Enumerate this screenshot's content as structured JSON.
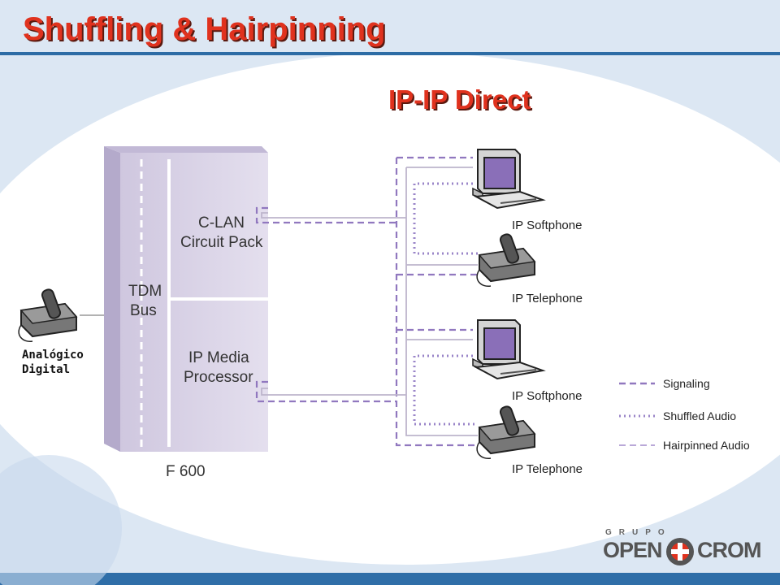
{
  "slide": {
    "title": "Shuffling & Hairpinning",
    "subtitle": "IP-IP  Direct"
  },
  "pbx": {
    "model": "F 600",
    "tdm_bus": [
      "TDM",
      "Bus"
    ],
    "clan": [
      "C-LAN",
      "Circuit Pack"
    ],
    "media_processor": [
      "IP Media",
      "Processor"
    ]
  },
  "devices": [
    {
      "label": "IP Softphone",
      "icon": "computer-icon"
    },
    {
      "label": "IP Telephone",
      "icon": "phone-icon"
    },
    {
      "label": "IP Softphone",
      "icon": "computer-icon"
    },
    {
      "label": "IP Telephone",
      "icon": "phone-icon"
    }
  ],
  "analog_phone": {
    "label_lines": [
      "Analógico",
      "Digital"
    ],
    "icon": "phone-icon"
  },
  "legend": [
    {
      "label": "Signaling",
      "style": "dashed"
    },
    {
      "label": "Shuffled Audio",
      "style": "dotted"
    },
    {
      "label": "Hairpinned Audio",
      "style": "light-dashed"
    }
  ],
  "logo": {
    "top": "GRUPO",
    "left": "OPEN",
    "right": "CROM"
  },
  "colors": {
    "title": "#e0321e",
    "signaling": "#9178bf",
    "hairpinned": "#b9a8d8",
    "pbx_fill": "#d9d3e6"
  }
}
